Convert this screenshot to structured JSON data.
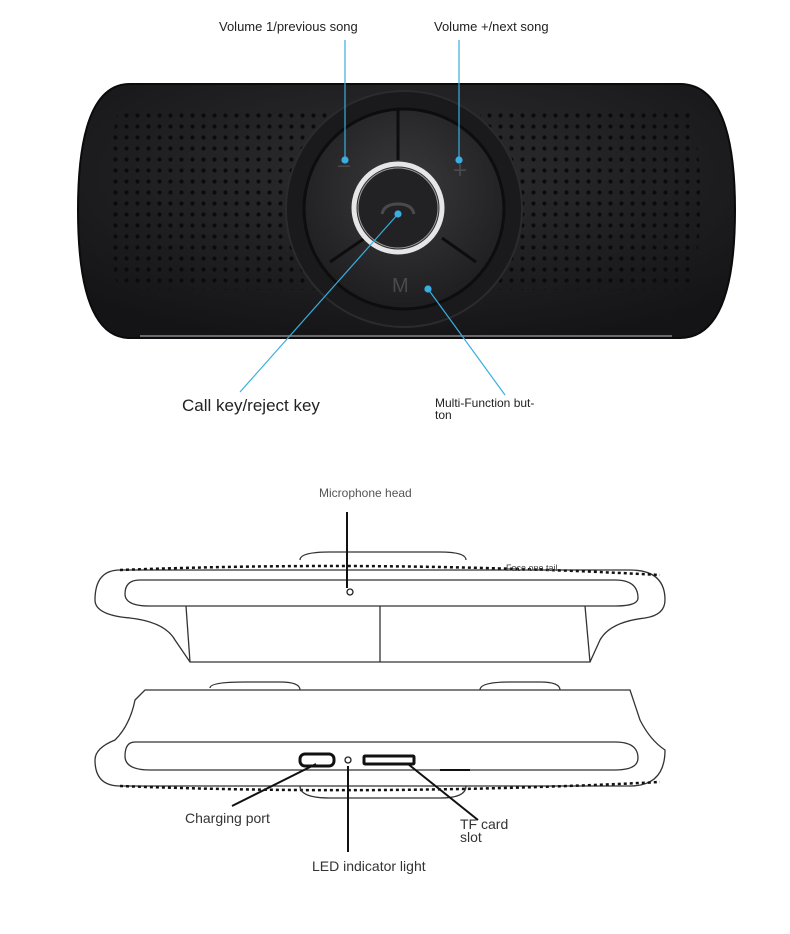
{
  "top_view": {
    "labels": {
      "volume_minus": "Volume 1/previous song",
      "volume_plus": "Volume +/next song",
      "call_key": "Call key/reject key",
      "multi_function_line1": "Multi-Function but-",
      "multi_function_line2": "ton"
    },
    "button_glyphs": {
      "minus": "–",
      "plus": "+",
      "multi": "M"
    },
    "colors": {
      "body": "#1c1c1e",
      "ring": "#d8d8d8",
      "leader": "#3aaee0"
    }
  },
  "side_view": {
    "labels": {
      "microphone": "Microphone head",
      "face_note": "Face one tail",
      "charging_port": "Charging port",
      "tf_card_line1": "TF card",
      "tf_card_line2": "slot",
      "led": "LED indicator light"
    },
    "colors": {
      "outline": "#333333",
      "leader": "#111111"
    }
  }
}
